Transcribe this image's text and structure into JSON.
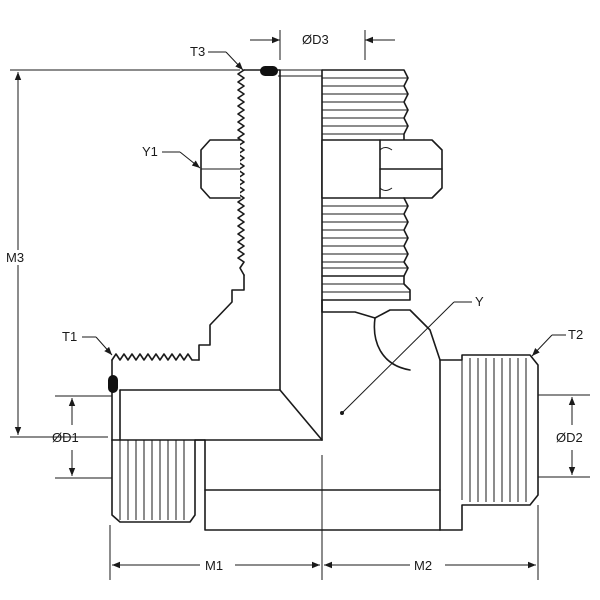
{
  "labels": {
    "d3": "ØD3",
    "t3": "T3",
    "y1": "Y1",
    "m3": "M3",
    "t1": "T1",
    "d1": "ØD1",
    "y": "Y",
    "t2": "T2",
    "d2": "ØD2",
    "m1": "M1",
    "m2": "M2"
  }
}
